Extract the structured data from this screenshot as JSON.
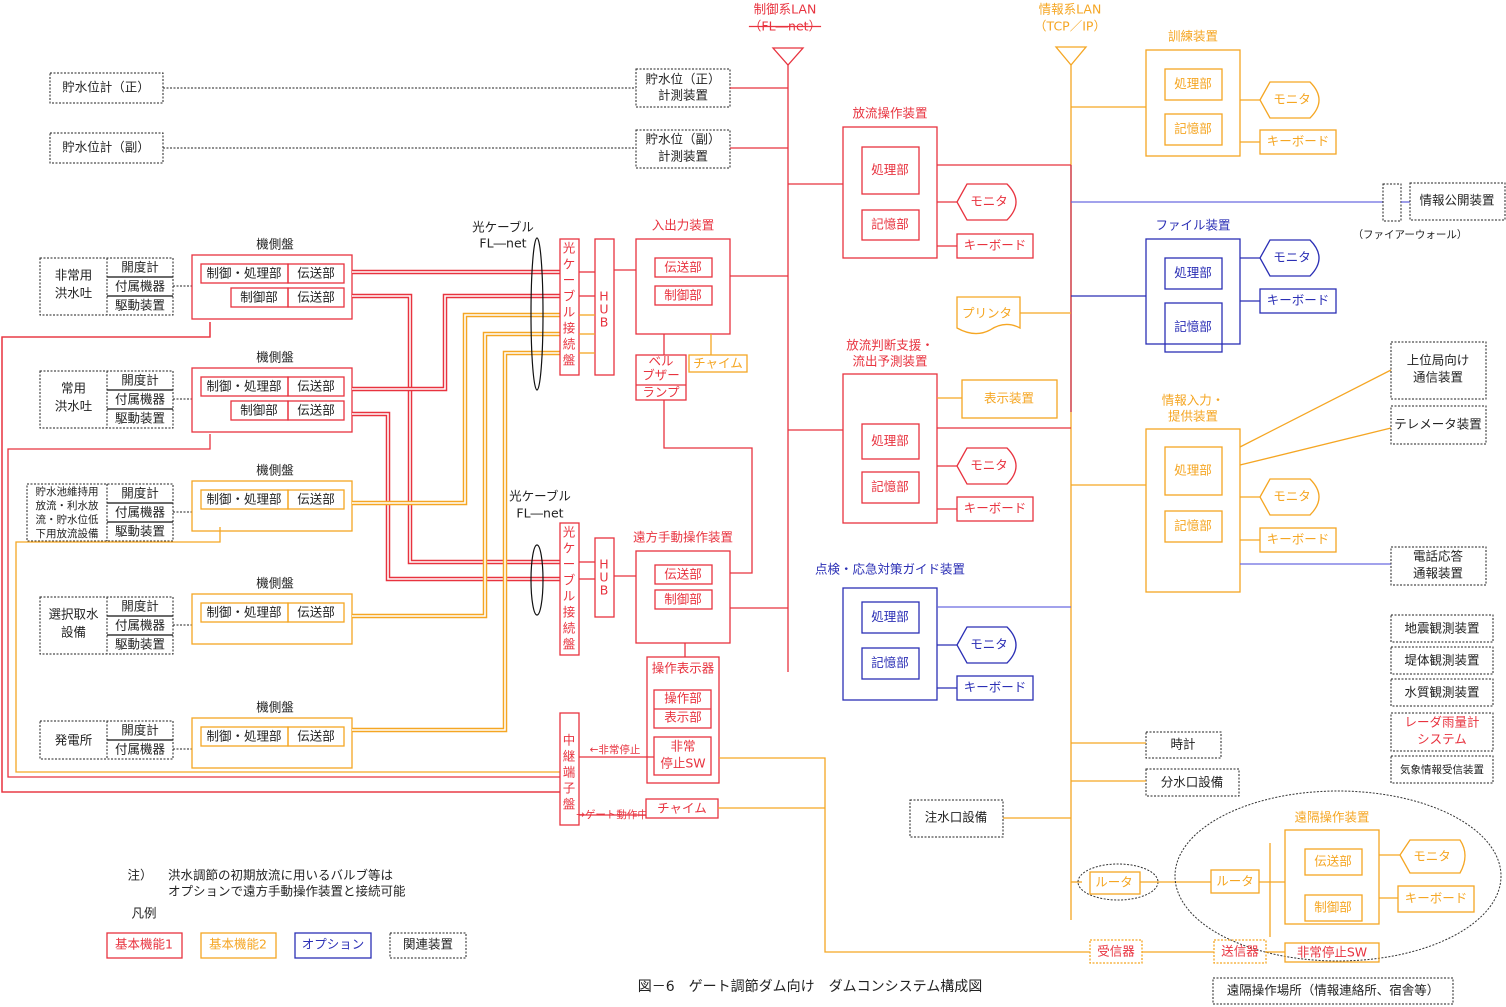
{
  "figure_title": "図－6　ゲート調節ダム向け　ダムコンシステム構成図",
  "colors": {
    "basic1": "#e8333f",
    "basic2": "#f5a623",
    "option": "#2b2fb5",
    "related": "#222222"
  },
  "lans": {
    "control": {
      "line1": "制御系LAN",
      "line2": "（FL―net）"
    },
    "info": {
      "line1": "情報系LAN",
      "line2": "（TCP／IP）"
    }
  },
  "water_level": {
    "gauge_main": "貯水位計（正）",
    "gauge_sub": "貯水位計（副）",
    "meas_main": [
      "貯水位（正）",
      "計測装置"
    ],
    "meas_sub": [
      "貯水位（副）",
      "計測装置"
    ]
  },
  "field": {
    "panel_label": "機側盤",
    "ctrl_proc": "制御・処理部",
    "ctrl": "制御部",
    "trans": "伝送部",
    "opening": "開度計",
    "accessory": "付属機器",
    "drive": "駆動装置",
    "facilities": [
      [
        "非常用",
        "洪水吐"
      ],
      [
        "常用",
        "洪水吐"
      ],
      [
        "貯水池維持用",
        "放流・利水放",
        "流・貯水位低",
        "下用放流設備"
      ],
      [
        "選択取水",
        "設備"
      ],
      [
        "発電所"
      ]
    ]
  },
  "optical": {
    "cable1": "光ケーブル",
    "cable2": "FL―net",
    "junction": [
      "光",
      "ケ",
      "ー",
      "ブ",
      "ル",
      "接",
      "続",
      "盤"
    ],
    "hub": [
      "H",
      "U",
      "B"
    ],
    "relay": [
      "中",
      "継",
      "端",
      "子",
      "盤"
    ]
  },
  "io_device": {
    "title": "入出力装置",
    "trans": "伝送部",
    "ctrl": "制御部",
    "bell": [
      "ベル",
      "ブザー"
    ],
    "lamp": "ランプ",
    "chime": "チャイム"
  },
  "remote_manual": {
    "title": "遠方手動操作装置",
    "trans": "伝送部",
    "ctrl": "制御部"
  },
  "op_display": {
    "title": "操作表示器",
    "op": "操作部",
    "disp": "表示部",
    "estop": [
      "非常",
      "停止SW"
    ]
  },
  "relay_signals": {
    "estop": "←非常停止",
    "gate": "→ゲート動作中",
    "chime": "チャイム"
  },
  "discharge_op": {
    "title": "放流操作装置",
    "proc": "処理部",
    "mem": "記憶部",
    "monitor": "モニタ",
    "keyboard": "キーボード"
  },
  "printer": "プリンタ",
  "decision": {
    "title": [
      "放流判断支援・",
      "流出予測装置"
    ],
    "display": "表示装置",
    "proc": "処理部",
    "mem": "記憶部",
    "monitor": "モニタ",
    "keyboard": "キーボード"
  },
  "inspection": {
    "title": "点検・応急対策ガイド装置",
    "proc": "処理部",
    "mem": "記憶部",
    "monitor": "モニタ",
    "keyboard": "キーボード"
  },
  "training": {
    "title": "訓練装置",
    "proc": "処理部",
    "mem": "記憶部",
    "monitor": "モニタ",
    "keyboard": "キーボード"
  },
  "file_dev": {
    "title": "ファイル装置",
    "proc": "処理部",
    "mem": "記憶部",
    "monitor": "モニタ",
    "keyboard": "キーボード"
  },
  "firewall": "（ファイアーウォール）",
  "public_info": "情報公開装置",
  "info_io": {
    "title": [
      "情報入力・",
      "提供装置"
    ],
    "proc": "処理部",
    "mem": "記憶部",
    "monitor": "モニタ",
    "keyboard": "キーボード"
  },
  "upper": [
    "上位局向け",
    "通信装置"
  ],
  "telemeter": "テレメータ装置",
  "phone": [
    "電話応答",
    "通報装置"
  ],
  "observation": [
    "地震観測装置",
    "堤体観測装置",
    "水質観測装置"
  ],
  "radar": [
    "レーダ雨量計",
    "システム"
  ],
  "weather": "気象情報受信装置",
  "clock": "時計",
  "diversion": "分水口設備",
  "injection": "注水口設備",
  "router": "ルータ",
  "remote_site": {
    "title": "遠隔操作装置",
    "trans": "伝送部",
    "ctrl": "制御部",
    "monitor": "モニタ",
    "keyboard": "キーボード",
    "router": "ルータ",
    "transmitter": "送信器",
    "estop": "非常停止SW",
    "place": "遠隔操作場所（情報連絡所、宿舎等）"
  },
  "receiver": "受信器",
  "note": {
    "label": "注）",
    "line1": "洪水調節の初期放流に用いるバルブ等は",
    "line2": "オプションで遠方手動操作装置と接続可能"
  },
  "legend": {
    "title": "凡例",
    "basic1": "基本機能1",
    "basic2": "基本機能2",
    "option": "オプション",
    "related": "関連装置"
  }
}
